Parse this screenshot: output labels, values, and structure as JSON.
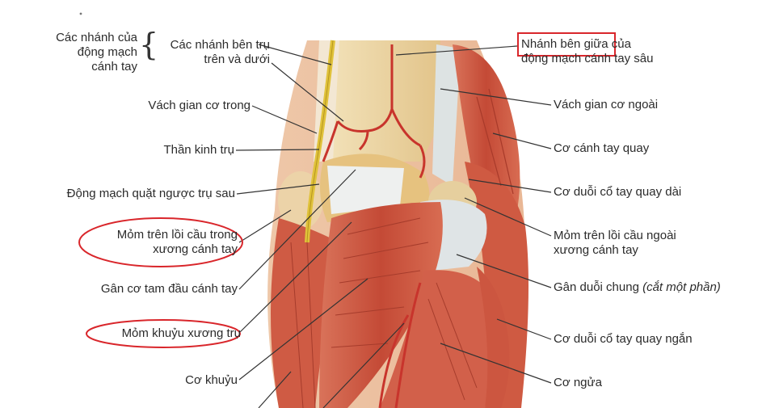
{
  "left_labels": {
    "branches_group": [
      "Các nhánh của",
      "động mạch",
      "cánh tay"
    ],
    "ulnar_collateral": [
      "Các nhánh bên trụ",
      "trên và dưới"
    ],
    "medial_septum": "Vách gian cơ trong",
    "ulnar_nerve": "Thần kinh trụ",
    "posterior_ulnar_recurrent": "Động mạch quặt ngược trụ sau",
    "medial_epicondyle": [
      "Mỏm trên lồi cầu trong",
      "xương cánh tay"
    ],
    "triceps_tendon": "Gân cơ tam đầu cánh tay",
    "olecranon": "Mỏm khuỷu xương trụ",
    "anconeus": "Cơ khuỷu"
  },
  "right_labels": {
    "middle_branch_a": "Nhánh bên giữa",
    "middle_branch_b": " của",
    "middle_branch_c": "động mạch cánh tay sâu",
    "lateral_septum": "Vách gian cơ ngoài",
    "brachioradialis": "Cơ cánh tay quay",
    "ecrl": "Cơ duỗi cổ tay quay dài",
    "lateral_epicondyle": [
      "Mỏm trên lồi cầu ngoài",
      "xương cánh tay"
    ],
    "common_extensor_a": "Gân duỗi chung ",
    "common_extensor_b": "(cắt một phần)",
    "ecrb": "Cơ duỗi cổ tay quay ngắn",
    "supinator": "Cơ ngửa"
  },
  "colors": {
    "highlight": "#d9262b",
    "leader": "#333333",
    "muscle": "#c9513d",
    "muscle_light": "#e3876d",
    "tendon": "#dfe3e6",
    "bone": "#e8cf9a",
    "artery": "#c8342c",
    "nerve": "#e0c23a"
  }
}
